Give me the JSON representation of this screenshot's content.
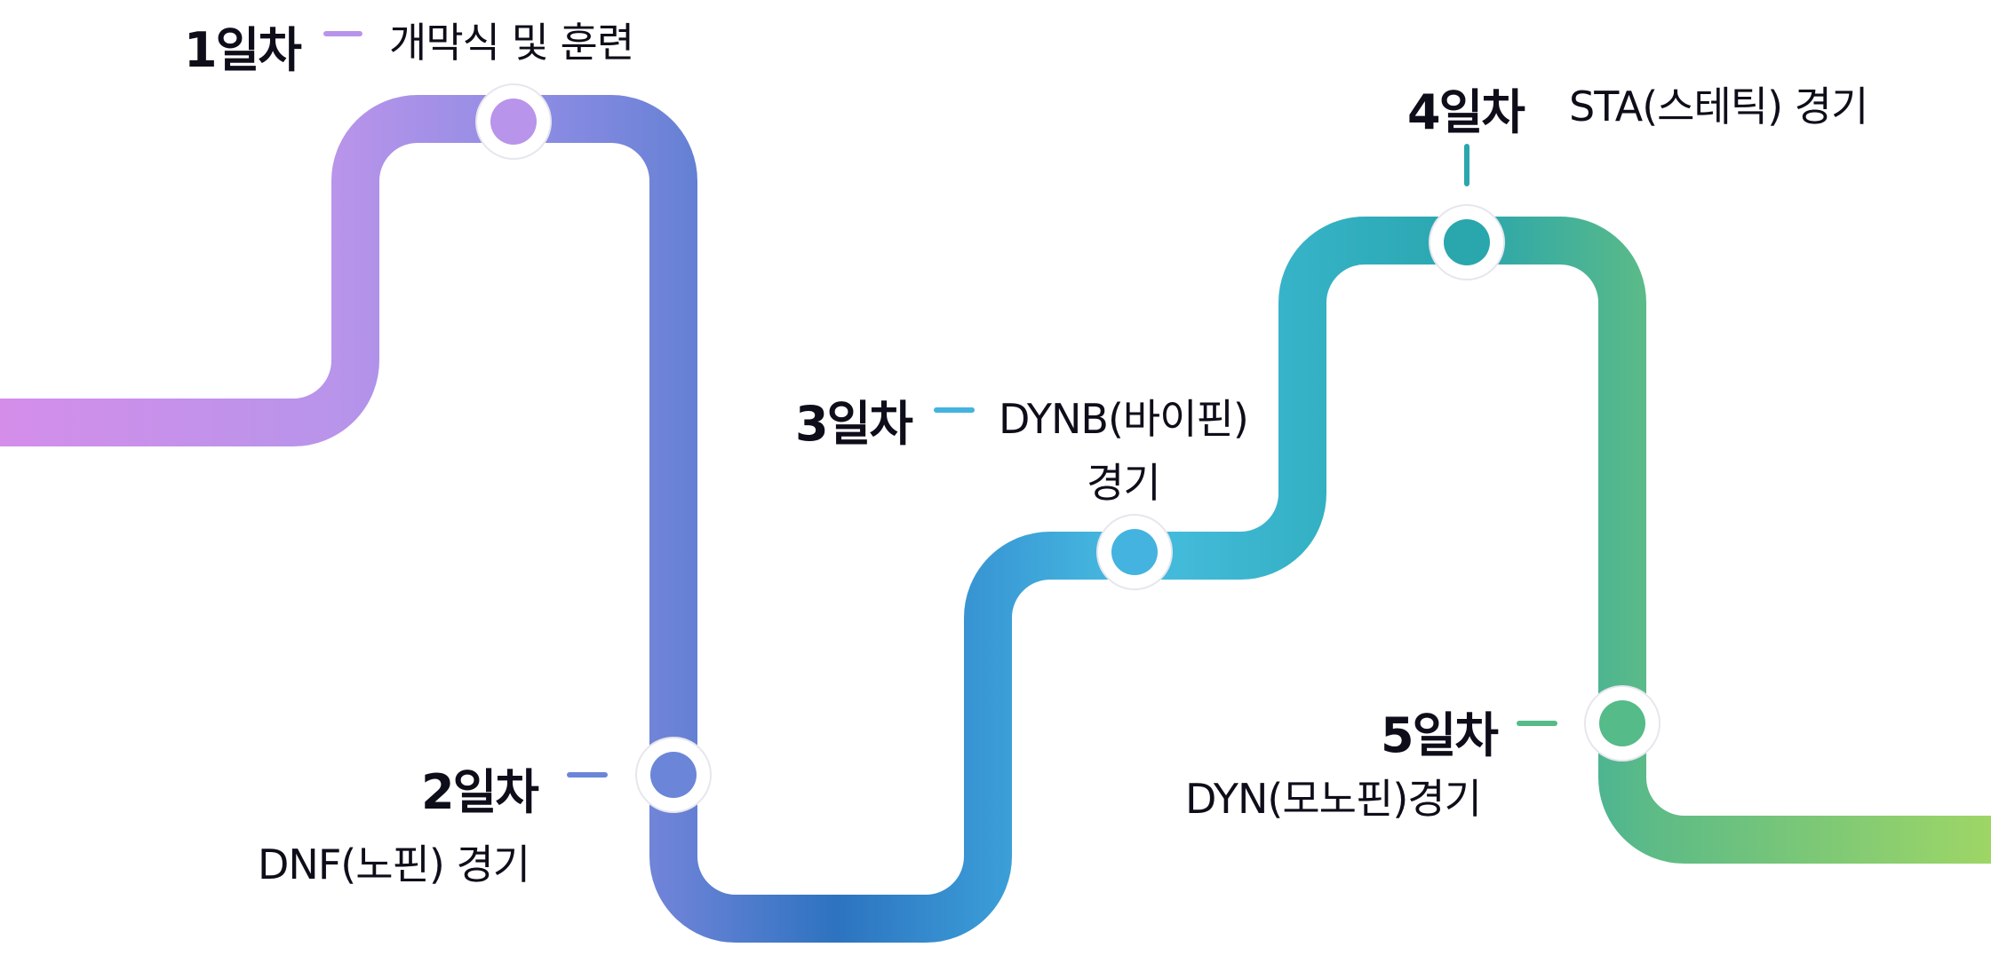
{
  "events": [
    {
      "day": "1일차",
      "desc": "개막식 및 훈련",
      "color": "#b894ea"
    },
    {
      "day": "2일차",
      "desc": "DNF(노핀) 경기",
      "color": "#6b86d8"
    },
    {
      "day": "3일차",
      "desc_line1": "DYNB(바이핀)",
      "desc_line2": "경기",
      "color": "#44b3df"
    },
    {
      "day": "4일차",
      "desc": "STA(스테틱) 경기",
      "color": "#2aa6ad"
    },
    {
      "day": "5일차",
      "desc": "DYN(모노핀)경기",
      "color": "#55bb88"
    }
  ],
  "path_gradient": [
    "#d48eea",
    "#b894ea",
    "#8d8ce4",
    "#6a82d6",
    "#2d73c0",
    "#3a9bd6",
    "#47bde0",
    "#34b1c4",
    "#2aa6ad",
    "#5dbb86",
    "#9ed666"
  ]
}
